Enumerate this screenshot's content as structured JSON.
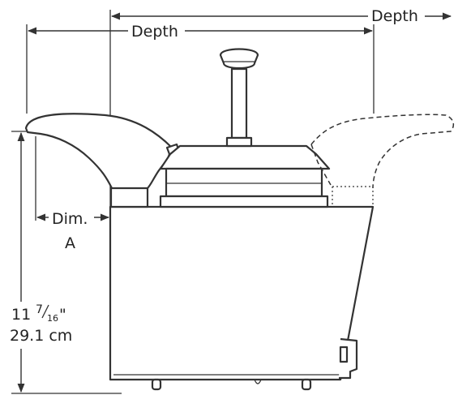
{
  "labels": {
    "depth_top": "Depth",
    "depth_main": "Depth",
    "dim_a_line1": "Dim.",
    "dim_a_line2": "A",
    "height_whole": "11",
    "height_frac_num": "7",
    "height_frac_den": "16",
    "height_inch_mark": "\"",
    "height_metric": "29.1 cm"
  },
  "colors": {
    "line": "#333333",
    "text": "#222222",
    "background": "#ffffff"
  }
}
